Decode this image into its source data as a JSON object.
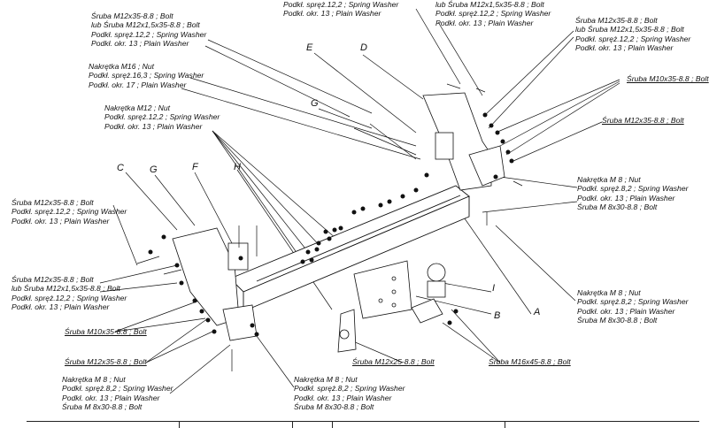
{
  "callouts": {
    "c1": [
      "Śruba M12x35-8.8 ; Bolt",
      "lub Śruba M12x1,5x35-8.8 ; Bolt",
      "Podkł. spręż.12,2 ; Spring Washer",
      "Podkł. okr. 13 ; Plain Washer"
    ],
    "c2": [
      "Podkł. spręż.12,2 ; Spring Washer",
      "Podkł. okr. 13 ; Plain Washer"
    ],
    "c3": [
      "lub Śruba M12x1,5x35-8.8 ; Bolt",
      "Podkł. spręż.12,2 ; Spring Washer",
      "Podkł. okr. 13 ; Plain Washer"
    ],
    "c4": [
      "Śruba M12x35-8.8 ; Bolt",
      "lub Śruba M12x1,5x35-8.8 ; Bolt",
      "Podkł. spręż.12,2 ; Spring Washer",
      "Podkł. okr. 13 ; Plain Washer"
    ],
    "c5": [
      "Nakrętka M16 ; Nut",
      "Podkł. spręż.16,3 ; Spring Washer",
      "Podkł. okr. 17 ; Plain Washer"
    ],
    "c6": [
      "Śruba M10x35-8.8 ; Bolt"
    ],
    "c7": [
      "Nakrętka M12 ; Nut",
      "Podkł. spręż.12,2 ; Spring Washer",
      "Podkł. okr. 13 ; Plain Washer"
    ],
    "c8": [
      "Śruba M12x35-8.8 ; Bolt"
    ],
    "c9": [
      "Nakrętka M 8 ; Nut",
      "Podkł. spręż.8,2 ; Spring Washer",
      "Podkł. okr. 13 ; Plain Washer",
      "Śruba M 8x30-8.8 ; Bolt"
    ],
    "c10": [
      "Śruba M12x35-8.8 ; Bolt",
      "Podkł. spręż.12,2 ; Spring Washer",
      "Podkł. okr. 13 ; Plain Washer"
    ],
    "c11": [
      "Śruba M12x35-8.8 ; Bolt",
      "lub Śruba M12x1,5x35-8.8 ; Bolt",
      "Podkł. spręż.12,2 ; Spring Washer",
      "Podkł. okr. 13 ; Plain Washer"
    ],
    "c12": [
      "Śruba M10x35-8.8 ; Bolt"
    ],
    "c13": [
      "Nakrętka M 8 ; Nut",
      "Podkł. spręż.8,2 ; Spring Washer",
      "Podkł. okr. 13 ; Plain Washer",
      "Śruba M 8x30-8.8 ; Bolt"
    ],
    "c14": [
      "Śruba M12x35-8.8 ; Bolt"
    ],
    "c15": [
      "Nakrętka M 8 ; Nut",
      "Podkł. spręż.8,2 ; Spring Washer",
      "Podkł. okr. 13 ; Plain Washer",
      "Śruba M 8x30-8.8 ; Bolt"
    ],
    "c16": [
      "Nakrętka M 8 ; Nut",
      "Podkł. spręż.8,2 ; Spring Washer",
      "Podkł. okr. 13 ; Plain Washer",
      "Śruba M 8x30-8.8 ; Bolt"
    ],
    "c17": [
      "Śruba M12x25-8.8 ; Bolt"
    ],
    "c18": [
      "Śruba M16x45-8.8 ; Bolt"
    ]
  },
  "part_letters": {
    "E": "E",
    "D": "D",
    "G_top": "G",
    "C": "C",
    "G_left": "G",
    "F": "F",
    "H": "H",
    "I": "I",
    "B": "B",
    "A": "A"
  }
}
